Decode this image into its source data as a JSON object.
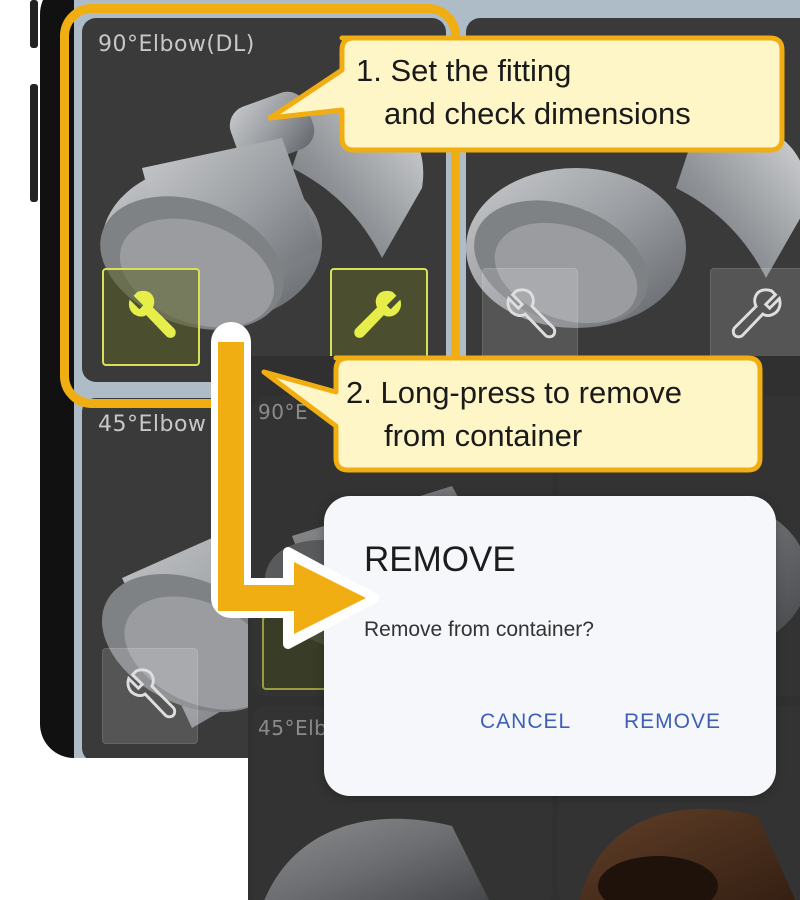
{
  "cards": [
    {
      "title": "90°Elbow(DL)"
    },
    {
      "title": "45°Elbow"
    },
    {
      "title": "90°E"
    },
    {
      "title": "45°Elb"
    }
  ],
  "callouts": [
    {
      "line1": "1. Set the fitting",
      "line2": "and check dimensions"
    },
    {
      "line1": "2. Long-press to remove",
      "line2": "from container"
    }
  ],
  "dialog": {
    "title": "REMOVE",
    "message": "Remove from container?",
    "cancel_label": "CANCEL",
    "remove_label": "REMOVE"
  },
  "colors": {
    "highlight": "#f0ae12",
    "callout_bg": "#fff6c8",
    "dialog_button": "#3d5fb8",
    "active_tool": "#d8e05a"
  },
  "icons": [
    "wrench-icon"
  ]
}
